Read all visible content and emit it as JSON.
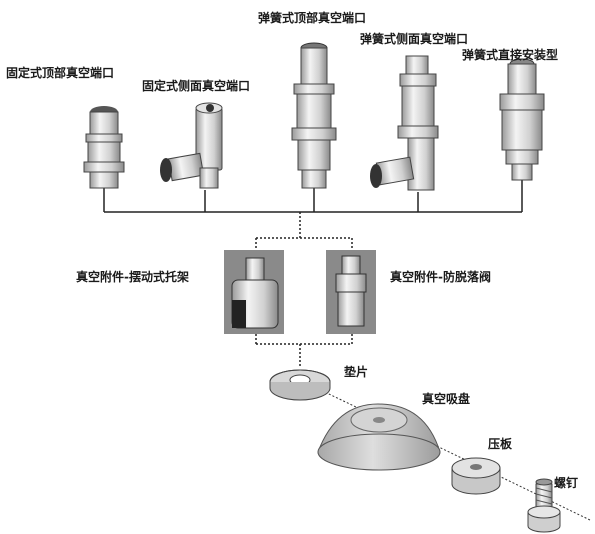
{
  "labels": {
    "fixed_top": "固定式顶部真空端口",
    "fixed_side": "固定式侧面真空端口",
    "spring_top": "弹簧式顶部真空端口",
    "spring_side": "弹簧式侧面真空端口",
    "spring_direct": "弹簧式直接安装型",
    "swivel_bracket": "真空附件-摆动式托架",
    "anti_drop_valve": "真空附件-防脱落阀",
    "gasket": "垫片",
    "suction_cup": "真空吸盘",
    "pressure_plate": "压板",
    "screw": "螺钉"
  },
  "colors": {
    "metal_light": "#e8e8e8",
    "metal_mid": "#c4c4c4",
    "metal_dark": "#555555",
    "cup": "#c9c9c9",
    "panel": "#8a8a8a",
    "line": "#222222"
  }
}
